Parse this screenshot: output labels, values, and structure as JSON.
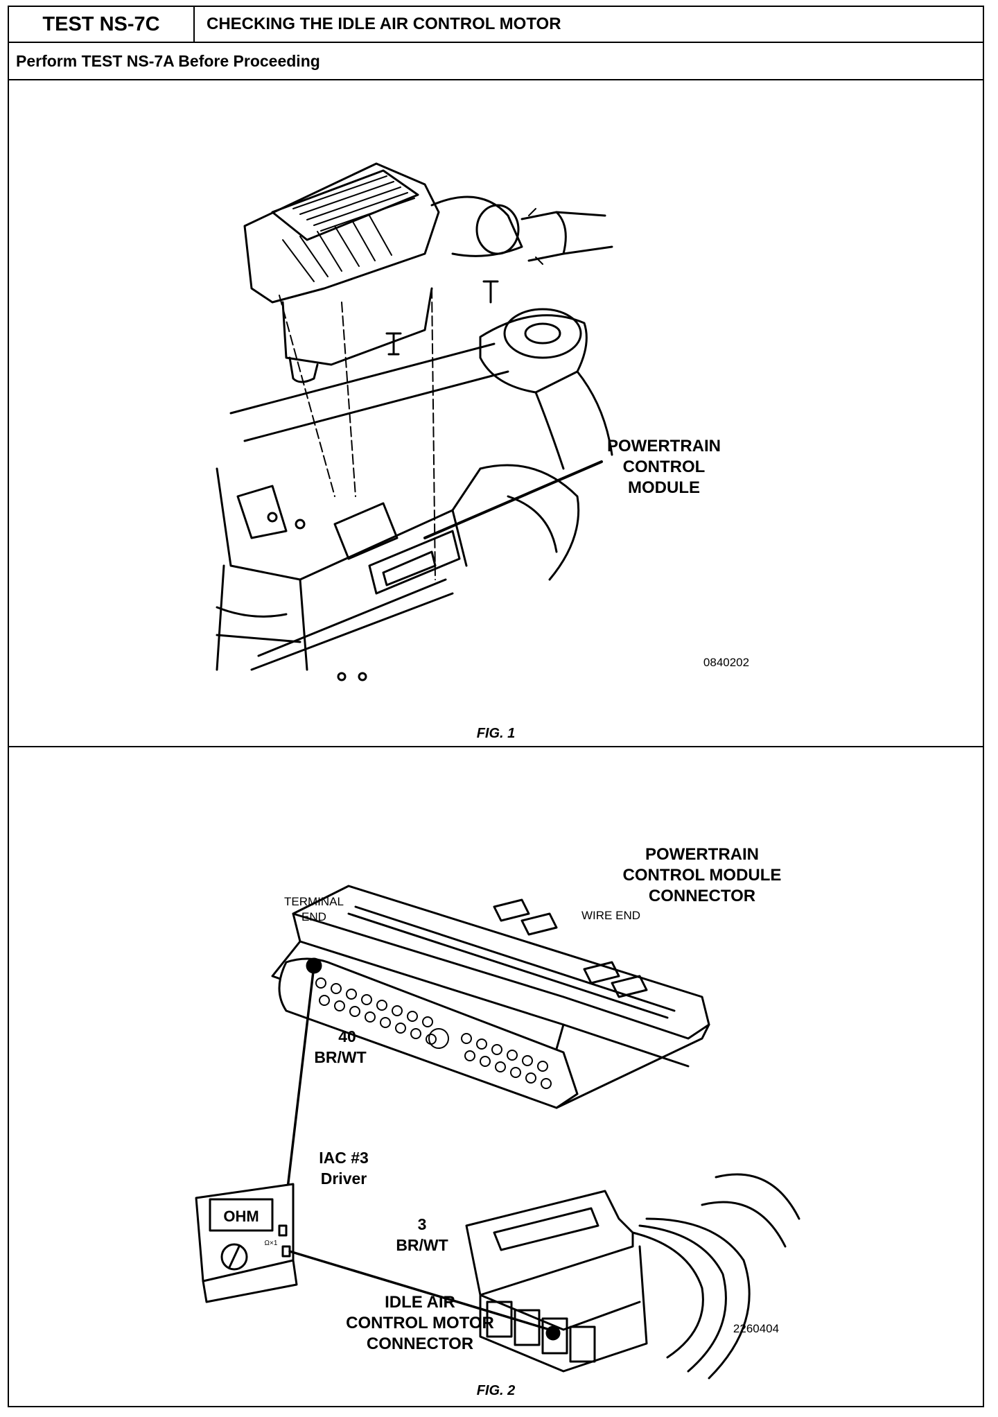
{
  "header": {
    "test_id": "TEST NS-7C",
    "title": "CHECKING THE IDLE AIR CONTROL MOTOR",
    "prerequisite": "Perform TEST NS-7A Before Proceeding"
  },
  "figure1": {
    "caption": "FIG. 1",
    "label_line1": "POWERTRAIN",
    "label_line2": "CONTROL",
    "label_line3": "MODULE",
    "ref_code": "0840202"
  },
  "figure2": {
    "caption": "FIG. 2",
    "pcm_connector_line1": "POWERTRAIN",
    "pcm_connector_line2": "CONTROL MODULE",
    "pcm_connector_line3": "CONNECTOR",
    "terminal_end_line1": "TERMINAL",
    "terminal_end_line2": "END",
    "wire_end": "WIRE END",
    "pin40_number": "40",
    "pin40_color": "BR/WT",
    "iac_driver_line1": "IAC #3",
    "iac_driver_line2": "Driver",
    "pin3_number": "3",
    "pin3_color": "BR/WT",
    "iac_connector_line1": "IDLE AIR",
    "iac_connector_line2": "CONTROL MOTOR",
    "iac_connector_line3": "CONNECTOR",
    "meter_display": "OHM",
    "meter_range": "Ω×1",
    "ref_code": "2260404"
  }
}
